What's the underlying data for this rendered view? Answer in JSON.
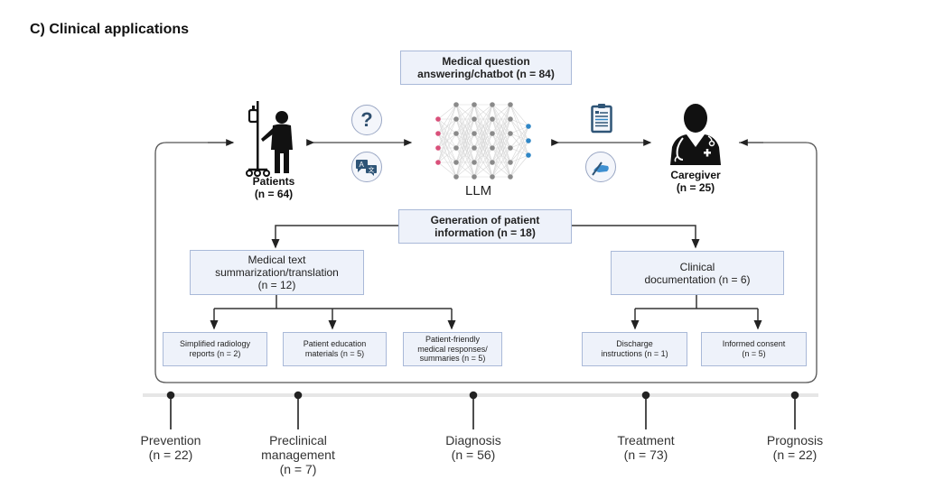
{
  "title": "C) Clinical applications",
  "top_box": {
    "line1": "Medical question",
    "line2": "answering/chatbot (n = 84)"
  },
  "patients": {
    "label": "Patients",
    "count": "(n = 64)"
  },
  "llm": {
    "label": "LLM"
  },
  "caregiver": {
    "label": "Caregiver",
    "count": "(n = 25)"
  },
  "generation_box": {
    "line1": "Generation of patient",
    "line2": "information (n = 18)"
  },
  "summarization_box": {
    "line1": "Medical text",
    "line2": "summarization/translation",
    "line3": "(n = 12)"
  },
  "documentation_box": {
    "line1": "Clinical",
    "line2": "documentation (n = 6)"
  },
  "leaf_boxes": [
    {
      "line1": "Simplified radiology",
      "line2": "reports (n = 2)"
    },
    {
      "line1": "Patient education",
      "line2": "materials (n = 5)"
    },
    {
      "line1": "Patient-friendly",
      "line2": "medical responses/",
      "line3": "summaries (n = 5)"
    },
    {
      "line1": "Discharge",
      "line2": "instructions (n = 1)"
    },
    {
      "line1": "Informed consent",
      "line2": "(n = 5)"
    }
  ],
  "icons": {
    "question": "question-icon",
    "translate": "translate-icon",
    "clipboard": "clipboard-icon",
    "writing": "writing-hand-icon"
  },
  "timeline": [
    {
      "line1": "Prevention",
      "line2": "(n = 22)"
    },
    {
      "line1": "Preclinical",
      "line2": "management",
      "line3": "(n = 7)"
    },
    {
      "line1": "Diagnosis",
      "line2": "(n = 56)"
    },
    {
      "line1": "Treatment",
      "line2": "(n = 73)"
    },
    {
      "line1": "Prognosis",
      "line2": "(n = 22)"
    }
  ],
  "colors": {
    "box_fill": "#eef2fa",
    "box_border": "#a9b9d8",
    "input_node": "#d9507a",
    "output_node": "#2f86c6",
    "hidden_node": "#8a8a8a",
    "icon_blue": "#2f5577"
  }
}
